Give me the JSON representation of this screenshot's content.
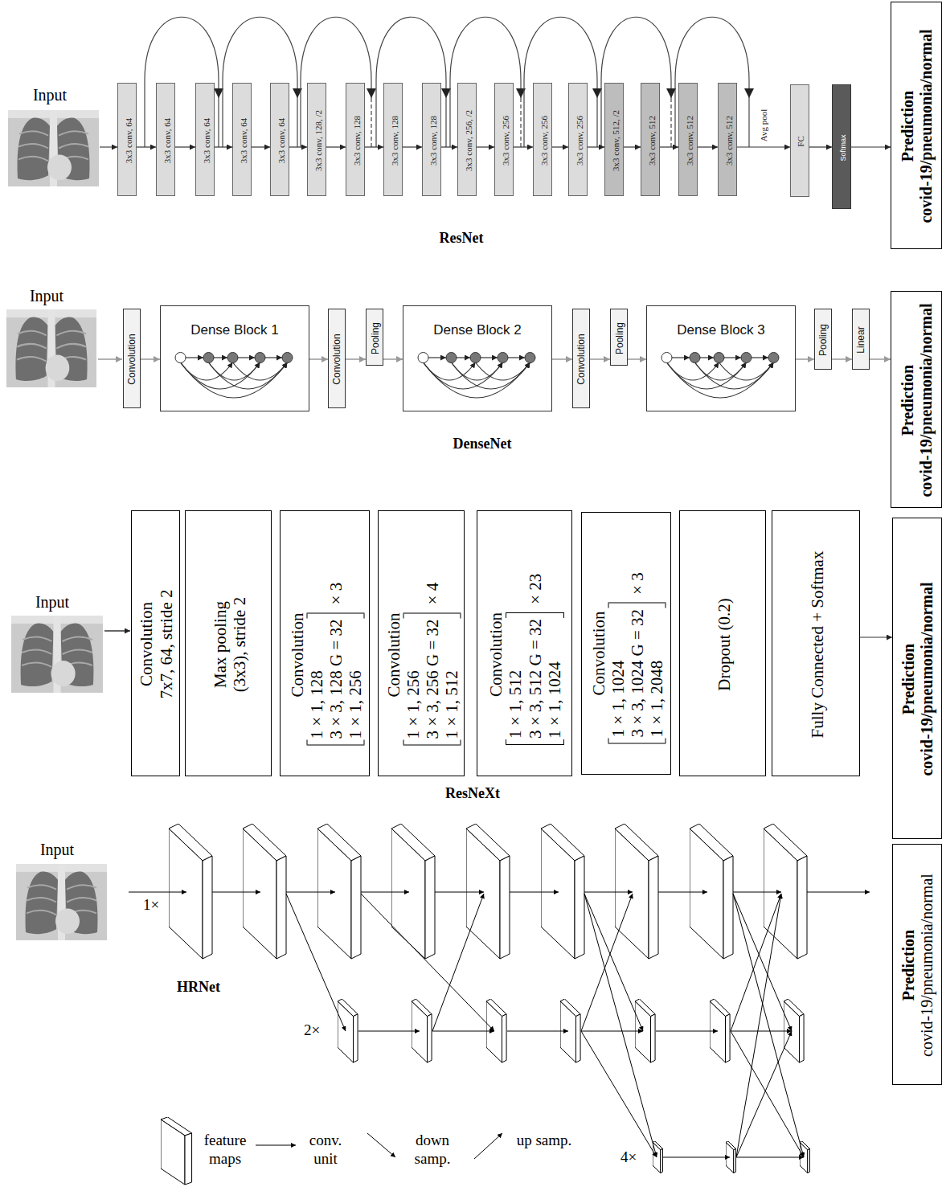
{
  "diagram": {
    "nodes": [
      {
        "text": [
          "3x3 conv, 64"
        ]
      },
      {
        "text": [
          "3x3 conv, 64"
        ]
      },
      {
        "text": [
          "3x3 conv, 64"
        ]
      },
      {
        "text": [
          "3x3 conv, 64"
        ]
      },
      {
        "text": [
          "3x3 conv, 64"
        ]
      },
      {
        "text": [
          "3x3 conv, 128, /2"
        ]
      },
      {
        "text": [
          "3x3 conv, 128"
        ]
      },
      {
        "text": [
          "3x3 conv, 128"
        ]
      },
      {
        "text": [
          "3x3 conv, 128"
        ]
      },
      {
        "text": [
          "3x3 conv, 256, /2"
        ]
      },
      {
        "text": [
          "3x3 conv, 256"
        ]
      },
      {
        "text": [
          "3x3 conv, 256"
        ]
      },
      {
        "text": [
          "3x3 conv, 256"
        ]
      },
      {
        "text": [
          "3x3 conv, 512, /2"
        ]
      },
      {
        "text": [
          "3x3 conv, 512"
        ]
      },
      {
        "text": [
          "3x3 conv, 512"
        ]
      },
      {
        "text": [
          "3x3 conv, 512"
        ]
      },
      {
        "text": [
          "FC"
        ]
      },
      {
        "text": [
          "Softmax"
        ]
      },
      {
        "text": [
          "Prediction",
          "covid-19/pneumonia/normal"
        ]
      },
      {
        "text": [
          "Convolution"
        ]
      },
      {
        "text": [
          "Dense Block 1"
        ]
      },
      {
        "text": [
          "Convolution"
        ]
      },
      {
        "text": [
          "Pooling"
        ]
      },
      {
        "text": [
          "Dense Block 2"
        ]
      },
      {
        "text": [
          "Convolution"
        ]
      },
      {
        "text": [
          "Pooling"
        ]
      },
      {
        "text": [
          "Dense Block 3"
        ]
      },
      {
        "text": [
          "Pooling"
        ]
      },
      {
        "text": [
          "Linear"
        ]
      },
      {
        "text": [
          "Prediction",
          "covid-19/pneumonia/normal"
        ]
      },
      {
        "text": [
          "Convolution",
          "7x7, 64, stride 2"
        ]
      },
      {
        "text": [
          "Max pooling (3x3), stride 2"
        ]
      },
      {
        "text": [
          "Convolution",
          "1 × 1, 128",
          "3 × 3, 128 G = 32",
          "1 × 1, 256",
          "× 3"
        ]
      },
      {
        "text": [
          "Convolution",
          "1 × 1, 256",
          "3 × 3, 256 G = 32",
          "1 × 1, 512",
          "× 4"
        ]
      },
      {
        "text": [
          "Convolution",
          "1 × 1, 512",
          "3 × 3, 512 G = 32",
          "1 × 1, 1024",
          "× 23"
        ]
      },
      {
        "text": [
          "Convolution",
          "1 × 1, 1024",
          "3 × 3, 1024 G = 32",
          "1 × 1, 2048",
          "× 3"
        ]
      },
      {
        "text": [
          "Dropout (0.2)"
        ]
      },
      {
        "text": [
          "Fully Connected + Softmax"
        ]
      },
      {
        "text": [
          "Prediction",
          "covid-19/pneumonia/normal"
        ]
      },
      {
        "text": [
          "Prediction",
          "covid-19/pneumonia/normal"
        ]
      }
    ],
    "edges": [
      {
        "from": 0,
        "to": 1,
        "arrow": "to"
      },
      {
        "from": 1,
        "to": 2,
        "arrow": "to"
      },
      {
        "from": 2,
        "to": 3,
        "arrow": "to"
      },
      {
        "from": 3,
        "to": 4,
        "arrow": "to"
      },
      {
        "from": 4,
        "to": 5,
        "arrow": "to"
      },
      {
        "from": 5,
        "to": 6,
        "arrow": "to"
      },
      {
        "from": 6,
        "to": 7,
        "arrow": "to"
      },
      {
        "from": 7,
        "to": 8,
        "arrow": "to"
      },
      {
        "from": 8,
        "to": 9,
        "arrow": "to"
      },
      {
        "from": 9,
        "to": 10,
        "arrow": "to"
      },
      {
        "from": 10,
        "to": 11,
        "arrow": "to"
      },
      {
        "from": 11,
        "to": 12,
        "arrow": "to"
      },
      {
        "from": 12,
        "to": 13,
        "arrow": "to"
      },
      {
        "from": 13,
        "to": 14,
        "arrow": "to"
      },
      {
        "from": 14,
        "to": 15,
        "arrow": "to"
      },
      {
        "from": 15,
        "to": 16,
        "arrow": "to"
      },
      {
        "from": 16,
        "to": 17,
        "label": "Avg pool",
        "arrow": "to"
      },
      {
        "from": 17,
        "to": 18,
        "arrow": "to"
      },
      {
        "from": 18,
        "to": 19,
        "arrow": "to"
      },
      {
        "from": 20,
        "to": 21,
        "arrow": "to"
      },
      {
        "from": 21,
        "to": 22,
        "arrow": "to"
      },
      {
        "from": 22,
        "to": 23,
        "arrow": "to"
      },
      {
        "from": 23,
        "to": 24,
        "arrow": "to"
      },
      {
        "from": 24,
        "to": 25,
        "arrow": "to"
      },
      {
        "from": 25,
        "to": 26,
        "arrow": "to"
      },
      {
        "from": 26,
        "to": 27,
        "arrow": "to"
      },
      {
        "from": 27,
        "to": 28,
        "arrow": "to"
      },
      {
        "from": 28,
        "to": 29,
        "arrow": "to"
      },
      {
        "from": 29,
        "to": 30,
        "arrow": "to"
      },
      {
        "from": 38,
        "to": 39,
        "arrow": "to"
      }
    ],
    "labels": [
      "Input",
      "ResNet",
      "Input",
      "DenseNet",
      "Input",
      "ResNeXt",
      "Input",
      "HRNet",
      "1×",
      "2×",
      "4×"
    ],
    "legend": [
      {
        "text": "feature maps"
      },
      {
        "text": "conv. unit"
      },
      {
        "text": "down samp."
      },
      {
        "text": "up samp."
      }
    ]
  }
}
